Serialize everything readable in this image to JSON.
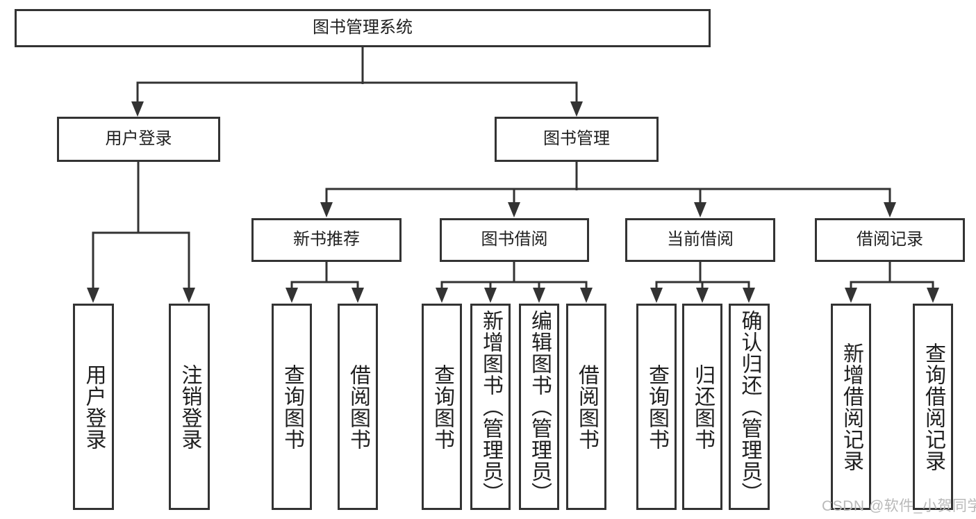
{
  "diagram": {
    "type": "hierarchy-tree",
    "tree": {
      "root": {
        "label": "图书管理系统"
      },
      "branches": [
        {
          "label": "用户登录",
          "children": [
            {
              "label": "用户登录"
            },
            {
              "label": "注销登录"
            }
          ]
        },
        {
          "label": "图书管理",
          "children": [
            {
              "label": "新书推荐",
              "children": [
                {
                  "label": "查询图书"
                },
                {
                  "label": "借阅图书"
                }
              ]
            },
            {
              "label": "图书借阅",
              "children": [
                {
                  "label": "查询图书"
                },
                {
                  "label": "新增图书（管理员）"
                },
                {
                  "label": "编辑图书（管理员）"
                },
                {
                  "label": "借阅图书"
                }
              ]
            },
            {
              "label": "当前借阅",
              "children": [
                {
                  "label": "查询图书"
                },
                {
                  "label": "归还图书"
                },
                {
                  "label": "确认归还（管理员）"
                }
              ]
            },
            {
              "label": "借阅记录",
              "children": [
                {
                  "label": "新增借阅记录"
                },
                {
                  "label": "查询借阅记录"
                }
              ]
            }
          ]
        }
      ]
    },
    "colors": {
      "line": "#333333",
      "box_border": "#333333",
      "box_fill": "#ffffff",
      "text": "#1f1f1f",
      "background": "#ffffff",
      "watermark": "#b9b9b9"
    }
  },
  "watermark": {
    "text": "CSDN @软件_小贺同学"
  }
}
